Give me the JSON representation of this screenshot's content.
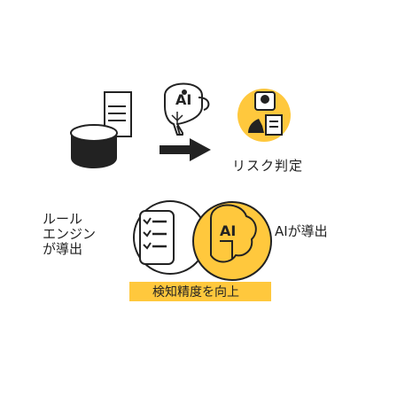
{
  "top": {
    "ai_label": "AI",
    "risk_label": "リスク判定"
  },
  "bottom": {
    "rule_engine_label": [
      "ルール",
      "エンジン",
      "が導出"
    ],
    "ai_label": "AI",
    "ai_output_label": "AIが導出",
    "accuracy_banner": "検知精度を向上"
  },
  "colors": {
    "accent": "#FFC83D",
    "dark": "#222222",
    "white": "#ffffff"
  },
  "icons": [
    "database-icon",
    "document-icon",
    "ai-head-icon",
    "arrow-right-icon",
    "person-profile-icon",
    "checklist-icon",
    "ai-brain-icon"
  ]
}
